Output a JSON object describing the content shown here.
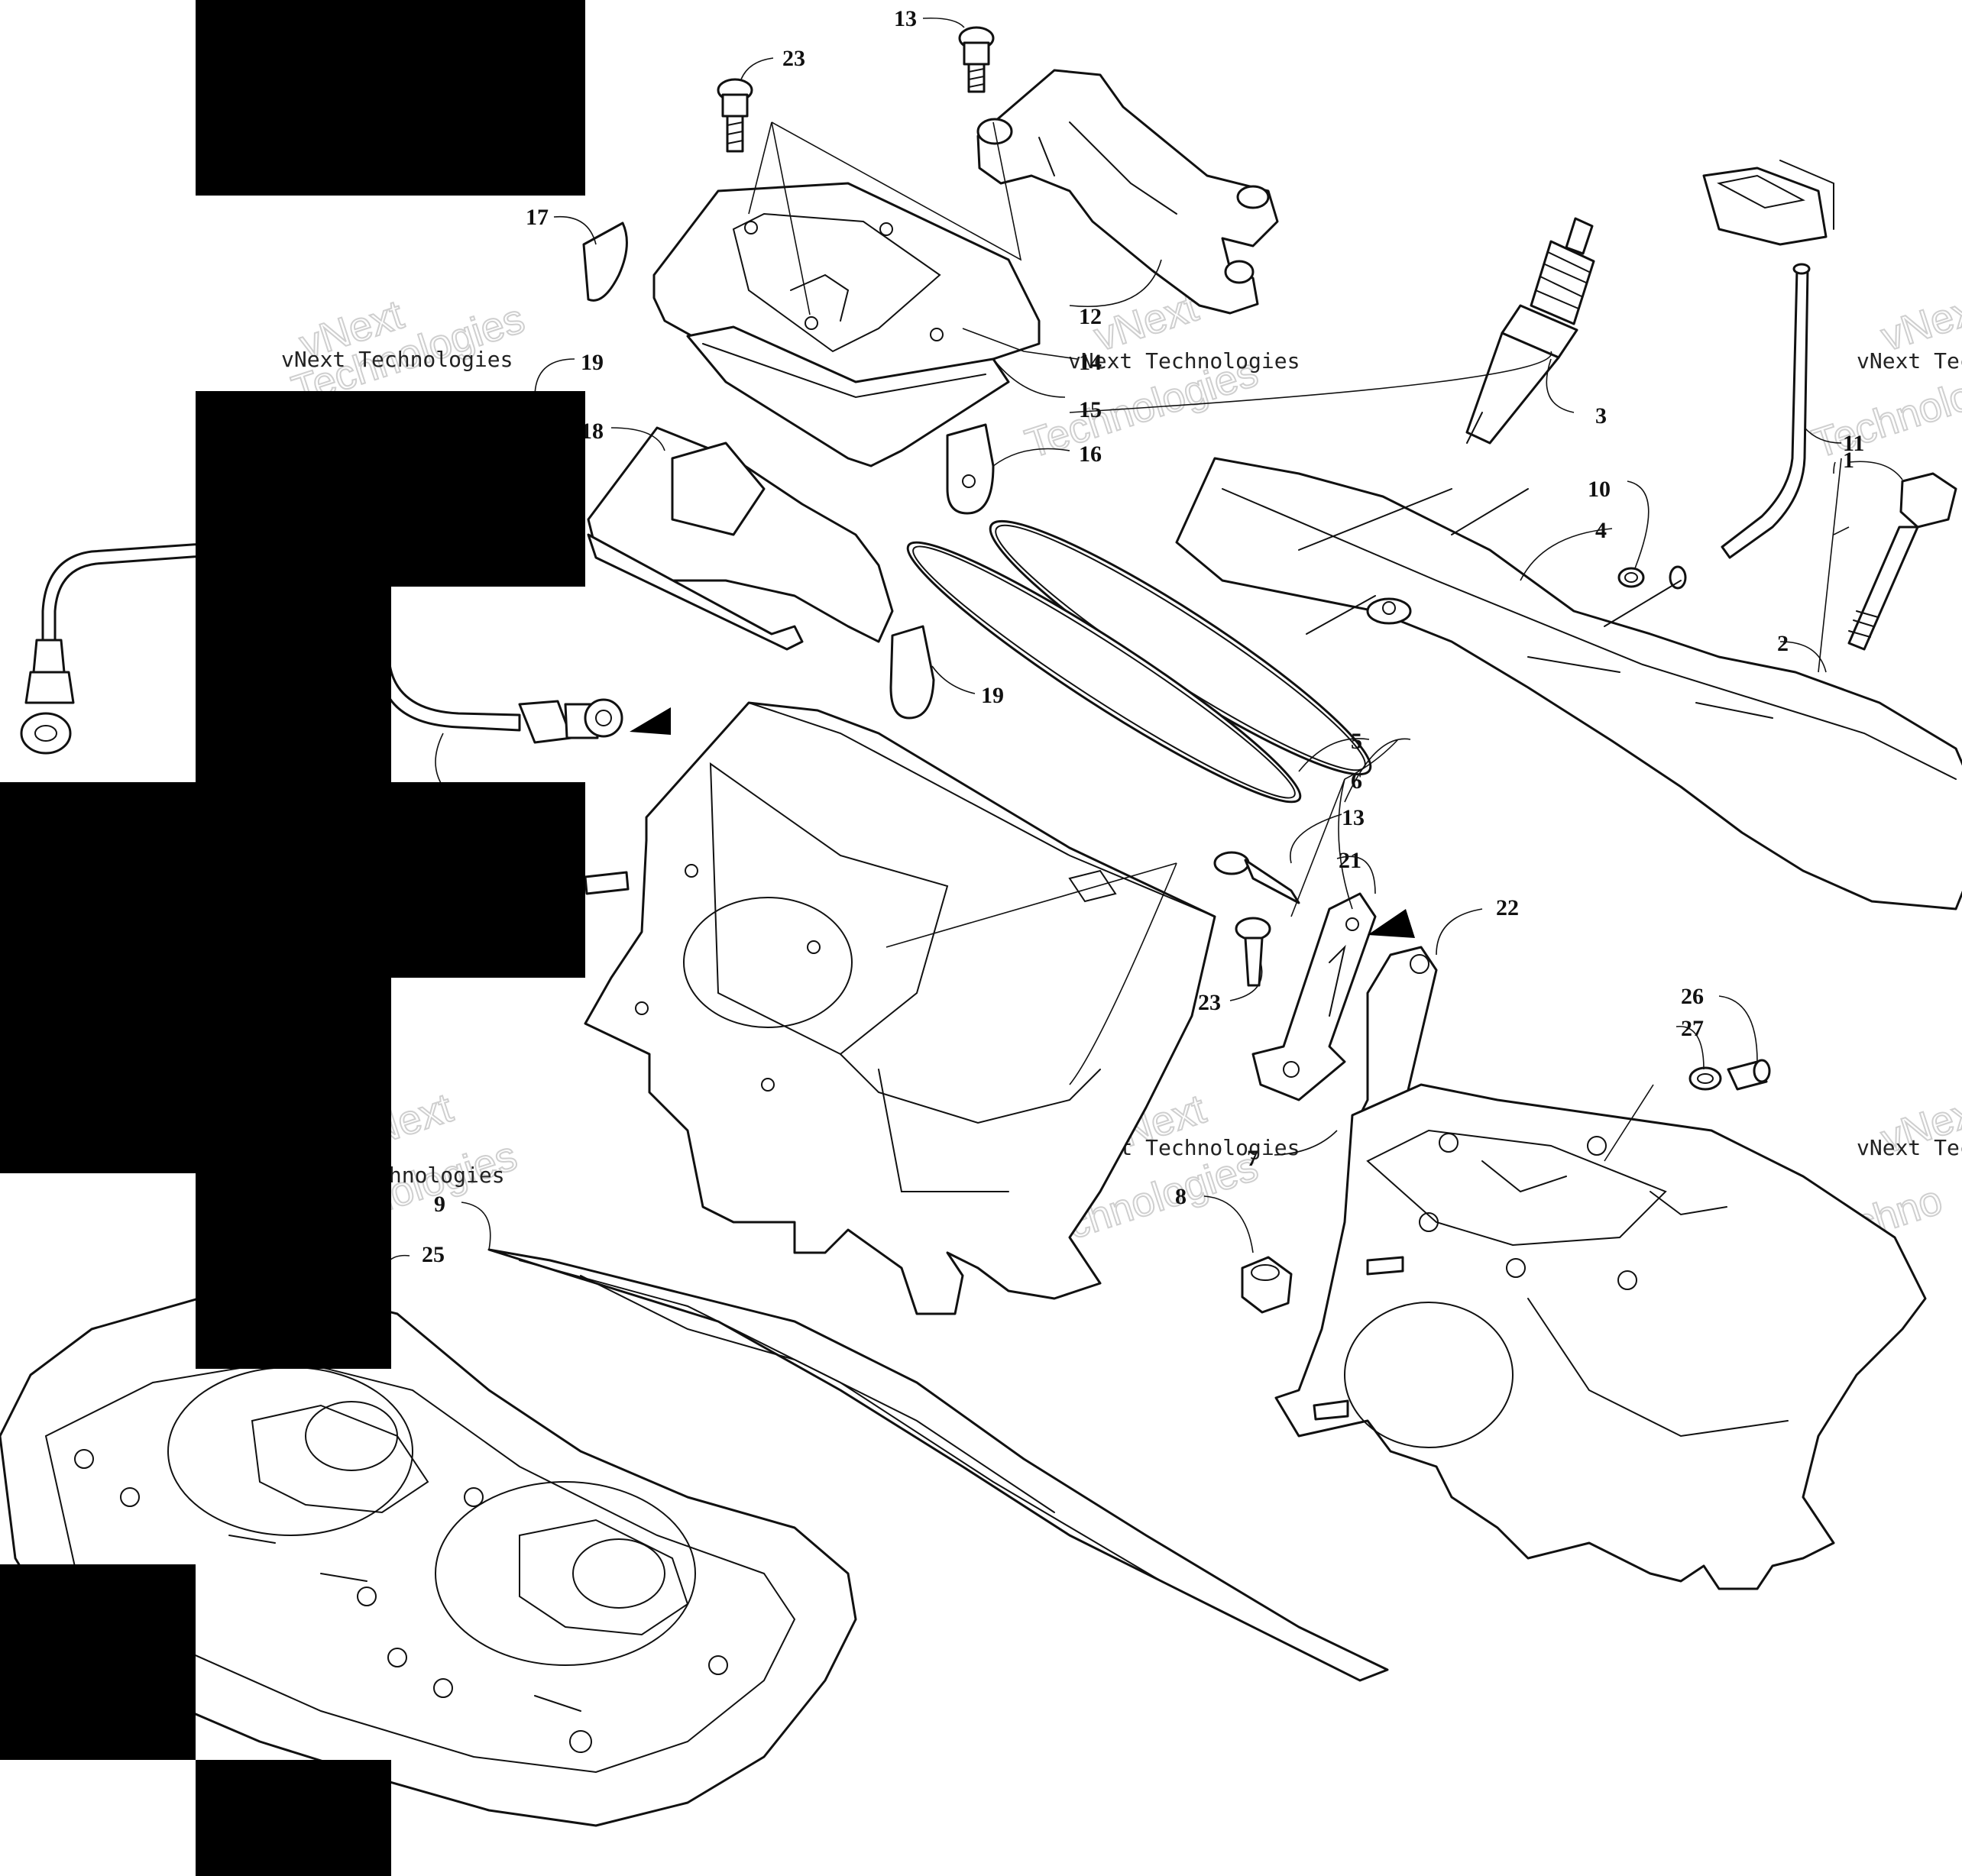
{
  "diagram": {
    "callouts": [
      {
        "id": "c13a",
        "text": "13"
      },
      {
        "id": "c23a",
        "text": "23"
      },
      {
        "id": "c17",
        "text": "17"
      },
      {
        "id": "c12",
        "text": "12"
      },
      {
        "id": "c14",
        "text": "14"
      },
      {
        "id": "c15",
        "text": "15"
      },
      {
        "id": "c16",
        "text": "16"
      },
      {
        "id": "c19a",
        "text": "19"
      },
      {
        "id": "c18",
        "text": "18"
      },
      {
        "id": "c3",
        "text": "3"
      },
      {
        "id": "c11",
        "text": "11"
      },
      {
        "id": "c10",
        "text": "10"
      },
      {
        "id": "c1",
        "text": "1"
      },
      {
        "id": "c4",
        "text": "4"
      },
      {
        "id": "c2",
        "text": "2"
      },
      {
        "id": "c19b",
        "text": "19"
      },
      {
        "id": "c5",
        "text": "5"
      },
      {
        "id": "c6",
        "text": "6"
      },
      {
        "id": "c13b",
        "text": "13"
      },
      {
        "id": "c21",
        "text": "21"
      },
      {
        "id": "c22",
        "text": "22"
      },
      {
        "id": "c23b",
        "text": "23"
      },
      {
        "id": "c26",
        "text": "26"
      },
      {
        "id": "c27",
        "text": "27"
      },
      {
        "id": "c7",
        "text": "7"
      },
      {
        "id": "c8",
        "text": "8"
      },
      {
        "id": "c9",
        "text": "9"
      },
      {
        "id": "c25",
        "text": "25"
      }
    ],
    "watermarks": [
      {
        "id": "w1",
        "line": "vNext Technologies",
        "big1": "vNext",
        "big2": "Technologies"
      },
      {
        "id": "w2",
        "line": "vNext Technologies",
        "big1": "vNext",
        "big2": "Technologies"
      },
      {
        "id": "w3",
        "line": "vNext Tec",
        "big1": "vNext",
        "big2": "Technolo"
      },
      {
        "id": "w4",
        "line": "chnologies",
        "big1": "Next",
        "big2": "hnologies"
      },
      {
        "id": "w5",
        "line": "vNext Technologies",
        "big1": "vNext",
        "big2": "Technologies"
      },
      {
        "id": "w6",
        "line": "vNext Tec",
        "big1": "vNext",
        "big2": "Techno"
      }
    ]
  }
}
